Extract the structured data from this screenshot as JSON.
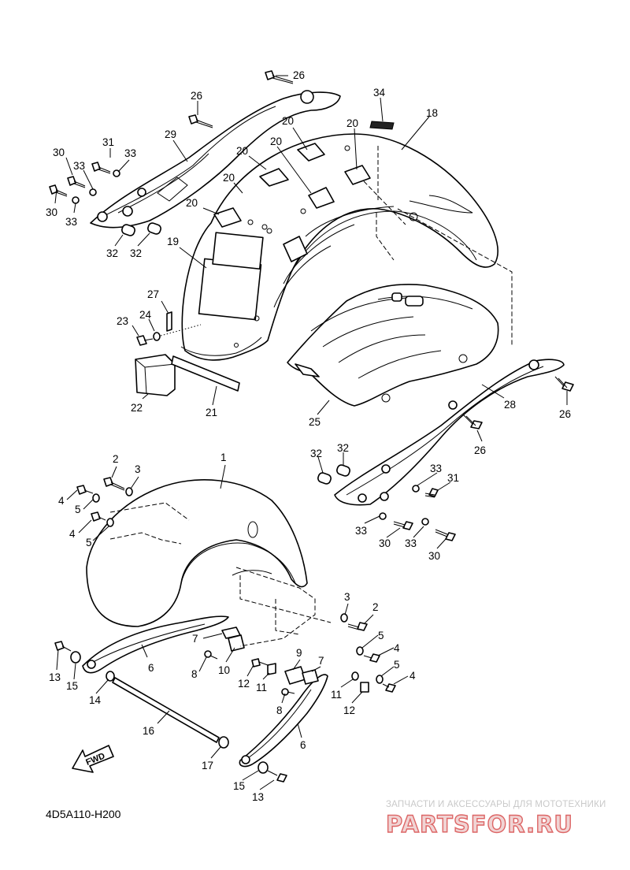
{
  "diagram": {
    "drawing_code": "4D5A110-H200",
    "fwd_label": "FWD",
    "callouts": [
      {
        "id": "c26a",
        "label": "26"
      },
      {
        "id": "c26b",
        "label": "26"
      },
      {
        "id": "c34",
        "label": "34"
      },
      {
        "id": "c18",
        "label": "18"
      },
      {
        "id": "c20a",
        "label": "20"
      },
      {
        "id": "c20b",
        "label": "20"
      },
      {
        "id": "c20c",
        "label": "20"
      },
      {
        "id": "c20d",
        "label": "20"
      },
      {
        "id": "c20e",
        "label": "20"
      },
      {
        "id": "c20f",
        "label": "20"
      },
      {
        "id": "c29",
        "label": "29"
      },
      {
        "id": "c31a",
        "label": "31"
      },
      {
        "id": "c33a",
        "label": "33"
      },
      {
        "id": "c30a",
        "label": "30"
      },
      {
        "id": "c33b",
        "label": "33"
      },
      {
        "id": "c30b",
        "label": "30"
      },
      {
        "id": "c33c",
        "label": "33"
      },
      {
        "id": "c32a",
        "label": "32"
      },
      {
        "id": "c32b",
        "label": "32"
      },
      {
        "id": "c19",
        "label": "19"
      },
      {
        "id": "c27",
        "label": "27"
      },
      {
        "id": "c23",
        "label": "23"
      },
      {
        "id": "c24",
        "label": "24"
      },
      {
        "id": "c22",
        "label": "22"
      },
      {
        "id": "c21",
        "label": "21"
      },
      {
        "id": "c25",
        "label": "25"
      },
      {
        "id": "c28",
        "label": "28"
      },
      {
        "id": "c26c",
        "label": "26"
      },
      {
        "id": "c26d",
        "label": "26"
      },
      {
        "id": "c32c",
        "label": "32"
      },
      {
        "id": "c32d",
        "label": "32"
      },
      {
        "id": "c33d",
        "label": "33"
      },
      {
        "id": "c31b",
        "label": "31"
      },
      {
        "id": "c33e",
        "label": "33"
      },
      {
        "id": "c30c",
        "label": "30"
      },
      {
        "id": "c33f",
        "label": "33"
      },
      {
        "id": "c30d",
        "label": "30"
      },
      {
        "id": "c1",
        "label": "1"
      },
      {
        "id": "c2a",
        "label": "2"
      },
      {
        "id": "c3a",
        "label": "3"
      },
      {
        "id": "c4a",
        "label": "4"
      },
      {
        "id": "c5a",
        "label": "5"
      },
      {
        "id": "c4b",
        "label": "4"
      },
      {
        "id": "c5b",
        "label": "5"
      },
      {
        "id": "c3b",
        "label": "3"
      },
      {
        "id": "c2b",
        "label": "2"
      },
      {
        "id": "c5c",
        "label": "5"
      },
      {
        "id": "c4c",
        "label": "4"
      },
      {
        "id": "c5d",
        "label": "5"
      },
      {
        "id": "c4d",
        "label": "4"
      },
      {
        "id": "c6a",
        "label": "6"
      },
      {
        "id": "c7a",
        "label": "7"
      },
      {
        "id": "c8a",
        "label": "8"
      },
      {
        "id": "c10",
        "label": "10"
      },
      {
        "id": "c12a",
        "label": "12"
      },
      {
        "id": "c11a",
        "label": "11"
      },
      {
        "id": "c9",
        "label": "9"
      },
      {
        "id": "c7b",
        "label": "7"
      },
      {
        "id": "c8b",
        "label": "8"
      },
      {
        "id": "c11b",
        "label": "11"
      },
      {
        "id": "c12b",
        "label": "12"
      },
      {
        "id": "c13a",
        "label": "13"
      },
      {
        "id": "c15a",
        "label": "15"
      },
      {
        "id": "c14",
        "label": "14"
      },
      {
        "id": "c16",
        "label": "16"
      },
      {
        "id": "c6b",
        "label": "6"
      },
      {
        "id": "c17",
        "label": "17"
      },
      {
        "id": "c15b",
        "label": "15"
      },
      {
        "id": "c13b",
        "label": "13"
      }
    ]
  },
  "watermark": {
    "subtitle": "ЗАПЧАСТИ И АКСЕССУАРЫ ДЛЯ МОТОТЕХНИКИ",
    "brand": "PARTSFOR.RU"
  },
  "colors": {
    "line": "#000000",
    "background": "#ffffff",
    "watermark_red": "#d66666",
    "watermark_gray": "#c9c9c9"
  }
}
